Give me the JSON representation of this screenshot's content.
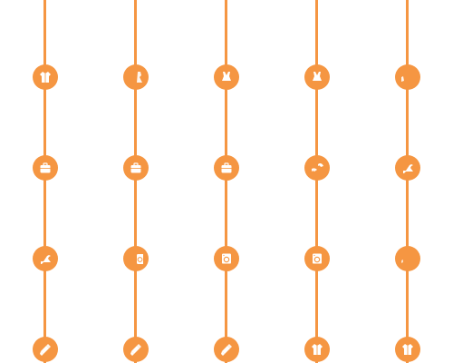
{
  "accent": "#f59642",
  "icon_color": "#ffffff",
  "background": "#ffffff",
  "columns": [
    {
      "icons": [
        "coat-icon",
        "dress-icon-partial",
        "swimsuit-icon",
        "swimsuit-icon",
        "dress-icon-partial"
      ]
    },
    {
      "icons": [
        "briefcase-icon",
        "briefcase-icon",
        "briefcase-icon",
        "bikini-icon-partial",
        "high-heel-icon"
      ]
    },
    {
      "icons": [
        "high-heel-icon",
        "washing-machine-icon-partial",
        "washing-machine-icon",
        "washing-machine-icon",
        "blank-icon-partial"
      ]
    },
    {
      "icons": [
        "lipstick-icon",
        "lipstick-icon",
        "lipstick-icon",
        "coat-icon",
        "coat-icon"
      ]
    }
  ]
}
